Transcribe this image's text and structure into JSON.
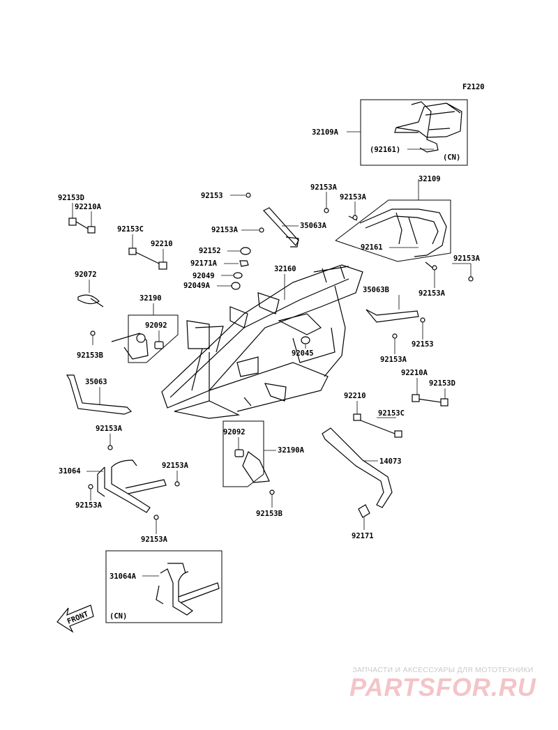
{
  "figure_code": "F2120",
  "front_label": "FRONT",
  "cn_marker": "(CN)",
  "part_numbers": {
    "p32109A": "32109A",
    "p92161cn": "(92161)",
    "p32109": "32109",
    "p92153A_a": "92153A",
    "p92153A_b": "92153A",
    "p92161": "92161",
    "p92153A_c": "92153A",
    "p92153A_d": "92153A",
    "p92153_top": "92153",
    "p92153A_e": "92153A",
    "p35063A": "35063A",
    "p92152": "92152",
    "p92171A": "92171A",
    "p92049": "92049",
    "p92049A": "92049A",
    "p32160": "32160",
    "p92153D": "92153D",
    "p92210A": "92210A",
    "p92153C": "92153C",
    "p92210": "92210",
    "p92072": "92072",
    "p32190": "32190",
    "p92092": "92092",
    "p92153B": "92153B",
    "p35063B": "35063B",
    "p92153_r": "92153",
    "p92153A_f": "92153A",
    "p92045": "92045",
    "p92210A_r": "92210A",
    "p92153D_r": "92153D",
    "p92210_r": "92210",
    "p92153C_r": "92153C",
    "p35063": "35063",
    "p92153A_g": "92153A",
    "p31064": "31064",
    "p92153A_h": "92153A",
    "p92153A_i": "92153A",
    "p92153A_j": "92153A",
    "p92092_b": "92092",
    "p32190A": "32190A",
    "p92153B_b": "92153B",
    "p14073": "14073",
    "p92171": "92171",
    "p31064A": "31064A"
  },
  "watermark": {
    "tagline": "ЗАПЧАСТИ И АКСЕССУАРЫ ДЛЯ МОТОТЕХНИКИ",
    "logo": "PARTSFOR.RU"
  }
}
